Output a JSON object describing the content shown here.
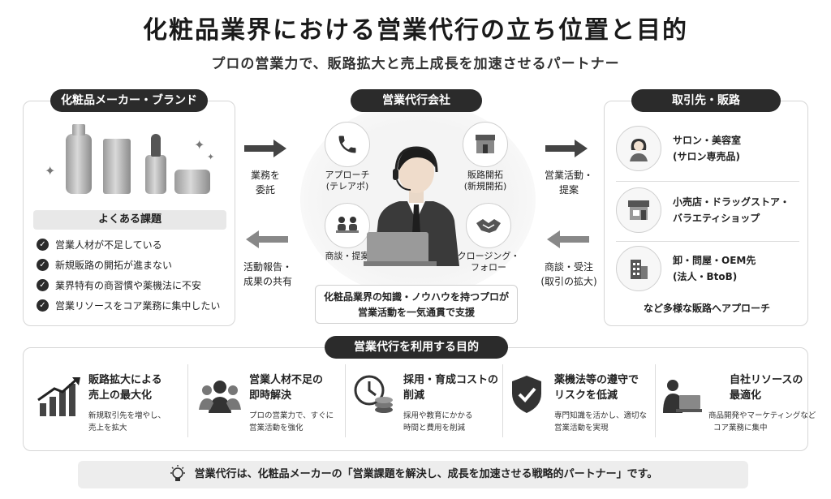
{
  "header": {
    "title": "化粧品業界における営業代行の立ち位置と目的",
    "subtitle": "プロの営業力で、販路拡大と売上成長を加速させるパートナー"
  },
  "left": {
    "label": "化粧品メーカー・ブランド",
    "issues_title": "よくある課題",
    "issues": [
      "営業人材が不足している",
      "新規販路の開拓が進まない",
      "業界特有の商習慣や薬機法に不安",
      "営業リソースをコア業務に集中したい"
    ]
  },
  "arrows": {
    "left_to_center": [
      "業務を",
      "委託"
    ],
    "center_to_left": [
      "活動報告・",
      "成果の共有"
    ],
    "center_to_right": [
      "営業活動・",
      "提案"
    ],
    "right_to_center": [
      "商談・受注",
      "(取引の拡大)"
    ]
  },
  "center": {
    "label": "営業代行会社",
    "services": [
      [
        "アプローチ",
        "(テレアポ)"
      ],
      [
        "販路開拓",
        "(新規開拓)"
      ],
      [
        "商談・提案",
        ""
      ],
      [
        "クロージング・",
        "フォロー"
      ]
    ],
    "caption": [
      "化粧品業界の知識・ノウハウを持つプロが",
      "営業活動を一気通貫で支援"
    ]
  },
  "right": {
    "label": "取引先・販路",
    "destinations": [
      [
        "サロン・美容室",
        "(サロン専売品)"
      ],
      [
        "小売店・ドラッグストア・",
        "バラエティショップ"
      ],
      [
        "卸・問屋・OEM先",
        "(法人・BtoB)"
      ]
    ],
    "more": "など多様な販路へアプローチ"
  },
  "purpose": {
    "label": "営業代行を利用する目的",
    "items": [
      {
        "title": [
          "販路拡大による",
          "売上の最大化"
        ],
        "desc": [
          "新規取引先を増やし、",
          "売上を拡大"
        ],
        "icon": "growth-chart-icon"
      },
      {
        "title": [
          "営業人材不足の",
          "即時解決"
        ],
        "desc": [
          "プロの営業力で、すぐに",
          "営業活動を強化"
        ],
        "icon": "team-icon"
      },
      {
        "title": [
          "採用・育成コストの",
          "削減"
        ],
        "desc": [
          "採用や教育にかかる",
          "時間と費用を削減"
        ],
        "icon": "clock-coins-icon"
      },
      {
        "title": [
          "薬機法等の遵守で",
          "リスクを低減"
        ],
        "desc": [
          "専門知識を活かし、適切な",
          "営業活動を実現"
        ],
        "icon": "shield-check-icon"
      },
      {
        "title": [
          "自社リソースの",
          "最適化"
        ],
        "desc": [
          "商品開発やマーケティングなど",
          "コア業務に集中"
        ],
        "icon": "person-laptop-icon"
      }
    ]
  },
  "footer": {
    "text": "営業代行は、化粧品メーカーの「営業課題を解決し、成長を加速させる戦略的パートナー」です。"
  }
}
